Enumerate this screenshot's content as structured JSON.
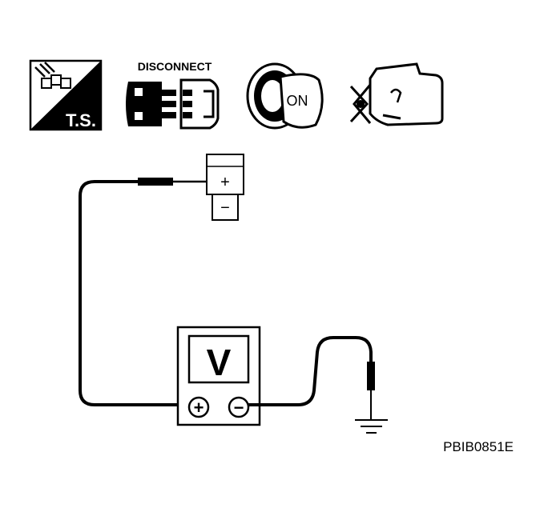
{
  "icons": {
    "ts_label": "T.S.",
    "disconnect_label": "DISCONNECT",
    "ignition_label": "ON"
  },
  "sensor": {
    "plus": "+",
    "minus": "−"
  },
  "voltmeter": {
    "display": "V",
    "positive": "+",
    "negative": "−"
  },
  "figure_code": "PBIB0851E"
}
